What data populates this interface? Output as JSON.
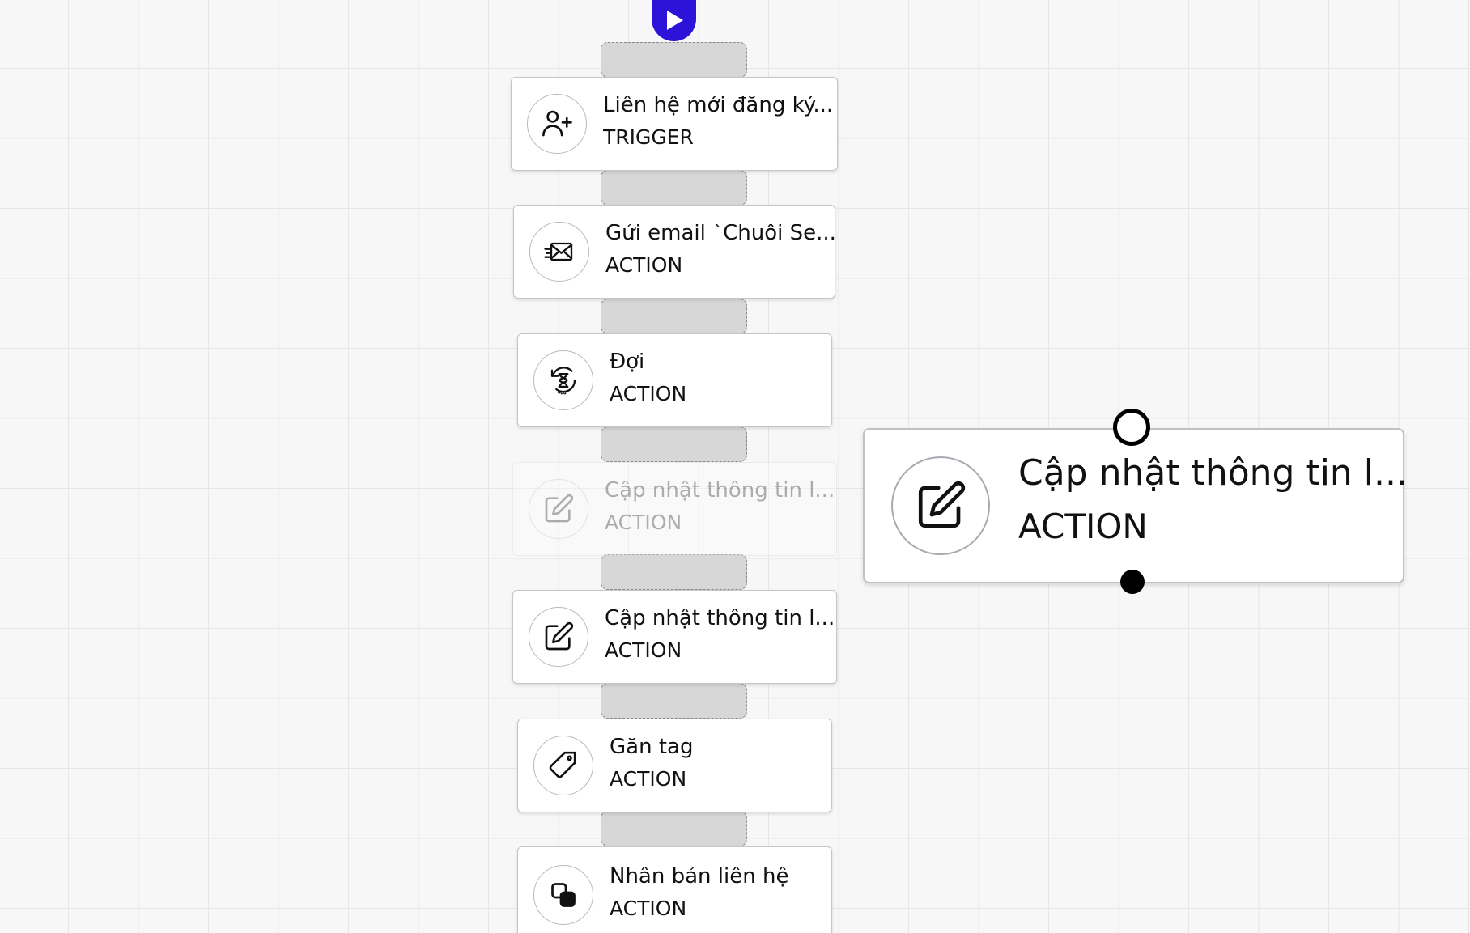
{
  "workflow": {
    "nodes": [
      {
        "title": "Liên hệ mới đăng ký...",
        "type": "TRIGGER",
        "icon": "user-plus-icon"
      },
      {
        "title": "Gửi email `Chuỗi Se...",
        "type": "ACTION",
        "icon": "send-mail-icon"
      },
      {
        "title": "Đợi",
        "type": "ACTION",
        "icon": "hourglass-icon"
      },
      {
        "title": "Cập nhật thông tin l...",
        "type": "ACTION",
        "icon": "edit-icon",
        "state": "placeholder"
      },
      {
        "title": "Cập nhật thông tin l...",
        "type": "ACTION",
        "icon": "edit-icon"
      },
      {
        "title": "Gắn tag",
        "type": "ACTION",
        "icon": "tag-icon"
      },
      {
        "title": "Nhân bản liên hệ",
        "type": "ACTION",
        "icon": "copy-icon"
      }
    ],
    "dragging_node": {
      "title": "Cập nhật thông tin l...",
      "type": "ACTION",
      "icon": "edit-icon"
    }
  },
  "colors": {
    "start_button": "#2d12d9",
    "connector": "#d7d7d7",
    "canvas": "#f7f7f7"
  }
}
